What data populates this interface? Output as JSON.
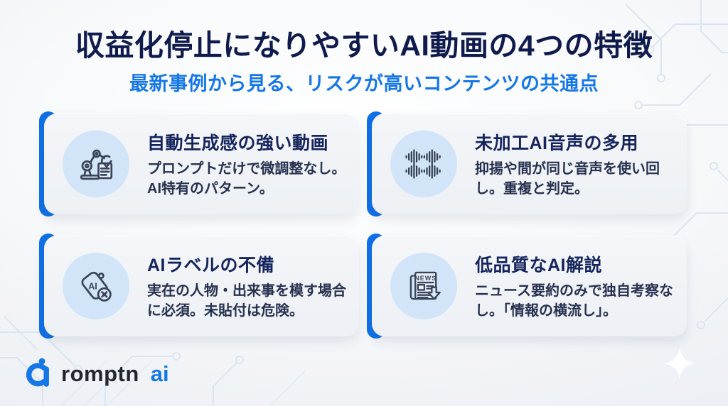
{
  "slide": {
    "title": "収益化停止になりやすいAI動画の4つの特徴",
    "subtitle": "最新事例から見る、リスクが高いコンテンツの共通点"
  },
  "cards": [
    {
      "icon": "robot-arm-icon",
      "title": "自動生成感の強い動画",
      "body": "プロンプトだけで微調整なし。AI特有のパターン。"
    },
    {
      "icon": "audio-waveform-icon",
      "title": "未加工AI音声の多用",
      "body": "抑揚や間が同じ音声を使い回し。重複と判定。"
    },
    {
      "icon": "ai-label-tag-icon",
      "icon_text": "AI",
      "title": "AIラベルの不備",
      "body": "実在の人物・出来事を模す場合に必須。未貼付は危険。"
    },
    {
      "icon": "news-document-icon",
      "icon_text": "NEWS",
      "title": "低品質なAI解説",
      "body": "ニュース要約のみで独自考察なし。「情報の横流し」。"
    }
  ],
  "footer": {
    "brand": "romptn",
    "brand_suffix": "ai"
  },
  "colors": {
    "accent_blue": "#1070e8",
    "title_navy": "#101b4d",
    "subtitle_blue": "#1577e6",
    "card_background": "#f0f3f7",
    "icon_circle_background": "#d2e4f8",
    "icon_stroke": "#39445a"
  }
}
